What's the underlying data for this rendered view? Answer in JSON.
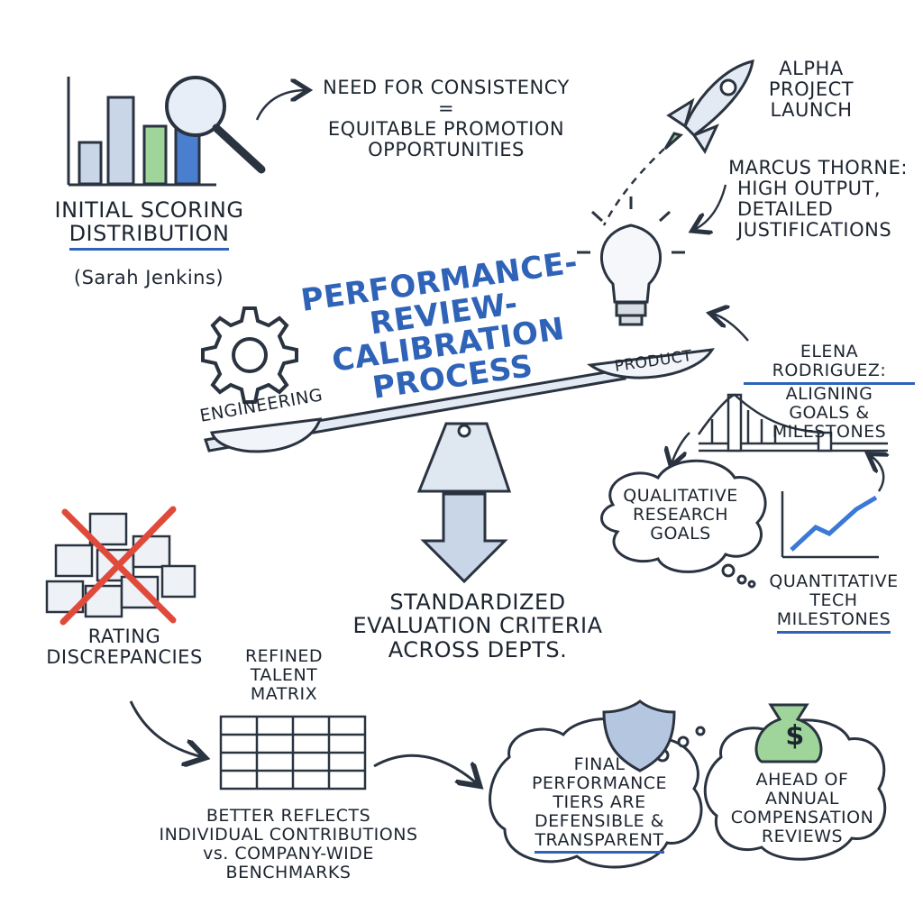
{
  "title_lines": [
    "PERFORMANCE-",
    "REVIEW-",
    "CALIBRATION",
    "PROCESS"
  ],
  "initial_scoring": {
    "lines": [
      "INITIAL SCORING",
      "DISTRIBUTION"
    ],
    "author": "(Sarah Jenkins)"
  },
  "consistency": {
    "line1": "NEED FOR CONSISTENCY",
    "equals": "=",
    "line2": "EQUITABLE PROMOTION",
    "line3": "OPPORTUNITIES"
  },
  "alpha": {
    "lines": [
      "ALPHA",
      "PROJECT",
      "LAUNCH"
    ]
  },
  "marcus": {
    "name": "MARCUS THORNE:",
    "lines": [
      "HIGH OUTPUT,",
      "DETAILED",
      "JUSTIFICATIONS"
    ]
  },
  "elena": {
    "name": "ELENA RODRIGUEZ:",
    "lines": [
      "ALIGNING",
      "GOALS &",
      "MILESTONES"
    ]
  },
  "qualitative": {
    "lines": [
      "QUALITATIVE",
      "RESEARCH",
      "GOALS"
    ]
  },
  "quantitative": {
    "lines": [
      "QUANTITATIVE",
      "TECH",
      "MILESTONES"
    ]
  },
  "scale": {
    "left_label": "ENGINEERING",
    "right_label": "PRODUCT"
  },
  "standardized": {
    "lines": [
      "STANDARDIZED",
      "EVALUATION CRITERIA",
      "ACROSS DEPTS."
    ]
  },
  "discrepancies": {
    "lines": [
      "RATING",
      "DISCREPANCIES"
    ]
  },
  "matrix": {
    "lines": [
      "REFINED",
      "TALENT",
      "MATRIX"
    ]
  },
  "better": {
    "lines": [
      "BETTER REFLECTS",
      "INDIVIDUAL CONTRIBUTIONS",
      "vs. COMPANY-WIDE",
      "BENCHMARKS"
    ]
  },
  "final": {
    "lines": [
      "FINAL",
      "PERFORMANCE",
      "TIERS ARE",
      "DEFENSIBLE &",
      "TRANSPARENT"
    ]
  },
  "ahead": {
    "lines": [
      "AHEAD OF",
      "ANNUAL",
      "COMPENSATION",
      "REVIEWS"
    ]
  },
  "money_symbol": "$",
  "colors": {
    "accent": "#2f63b8",
    "ink": "#1d2530",
    "light_blue": "#b9cbe3",
    "green": "#8fcf8a",
    "red": "#e04a3a"
  },
  "icons": [
    "bar-chart-icon",
    "magnifier-icon",
    "rocket-icon",
    "lightbulb-icon",
    "gear-icon",
    "bridge-icon",
    "trend-chart-icon",
    "cubes-icon",
    "grid-icon",
    "shield-icon",
    "money-bag-icon"
  ]
}
